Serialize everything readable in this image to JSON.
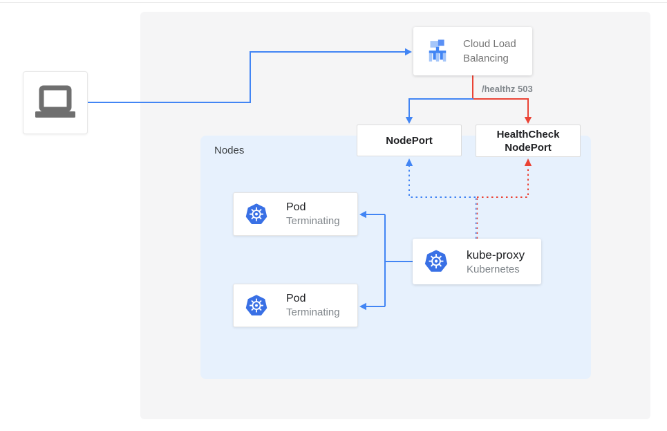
{
  "colors": {
    "blue": "#4285f4",
    "red": "#ea4335",
    "kubernetes_blue": "#3970e5",
    "panel_bg": "#f5f5f6",
    "nodes_bg": "#e7f1fd"
  },
  "client": {
    "icon": "laptop-icon"
  },
  "load_balancer": {
    "title": "Cloud Load Balancing",
    "icon": "cloud-load-balancing-icon"
  },
  "healthz_label": "/healthz 503",
  "nodeport": {
    "label": "NodePort"
  },
  "healthcheck_nodeport": {
    "label": "HealthCheck NodePort"
  },
  "nodes_group": {
    "label": "Nodes"
  },
  "pods": [
    {
      "title": "Pod",
      "subtitle": "Terminating",
      "icon": "kubernetes-icon"
    },
    {
      "title": "Pod",
      "subtitle": "Terminating",
      "icon": "kubernetes-icon"
    }
  ],
  "kube_proxy": {
    "title": "kube-proxy",
    "subtitle": "Kubernetes",
    "icon": "kubernetes-icon"
  }
}
